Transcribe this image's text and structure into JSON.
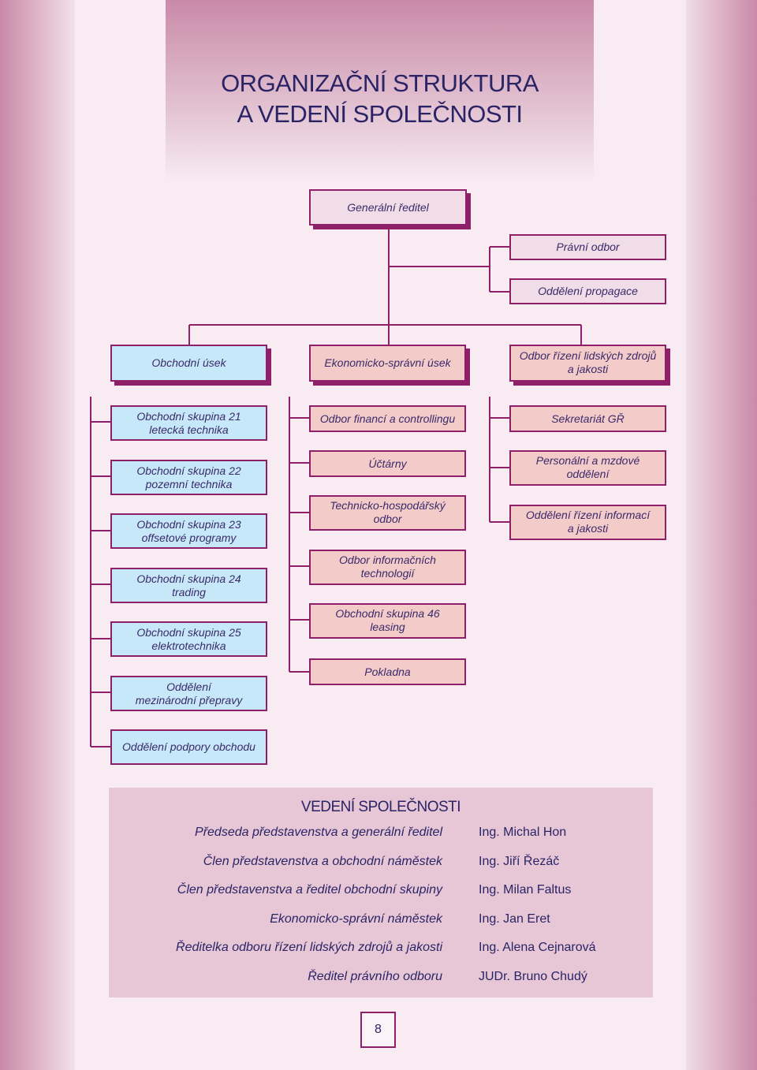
{
  "title": {
    "line1": "ORGANIZAČNÍ STRUKTURA",
    "line2": "A VEDENÍ SPOLEČNOSTI"
  },
  "org": {
    "ceo": "Generální ředitel",
    "staff": [
      "Právní odbor",
      "Oddělení propagace"
    ],
    "divisions": {
      "obchodni": "Obchodní úsek",
      "ekonomicky": "Ekonomicko-správní úsek",
      "hr": [
        "Odbor řízení lidských zdrojů",
        "a jakosti"
      ]
    },
    "obchodni_units": [
      [
        "Obchodní skupina 21",
        "letecká technika"
      ],
      [
        "Obchodní skupina 22",
        "pozemní technika"
      ],
      [
        "Obchodní skupina 23",
        "offsetové programy"
      ],
      [
        "Obchodní skupina 24",
        "trading"
      ],
      [
        "Obchodní skupina 25",
        "elektrotechnika"
      ],
      [
        "Oddělení",
        "mezinárodní přepravy"
      ],
      [
        "Oddělení podpory obchodu"
      ]
    ],
    "ekonomicky_units": [
      [
        "Odbor financí a controllingu"
      ],
      [
        "Účtárny"
      ],
      [
        "Technicko-hospodářský",
        "odbor"
      ],
      [
        "Odbor informačních",
        "technologií"
      ],
      [
        "Obchodní skupina 46",
        "leasing"
      ],
      [
        "Pokladna"
      ]
    ],
    "hr_units": [
      [
        "Sekretariát GŘ"
      ],
      [
        "Personální a mzdové",
        "oddělení"
      ],
      [
        "Oddělení řízení informací",
        "a jakosti"
      ]
    ]
  },
  "management": {
    "title": "VEDENÍ SPOLEČNOSTI",
    "rows": [
      {
        "role": "Předseda představenstva a generální ředitel",
        "name": "Ing. Michal Hon"
      },
      {
        "role": "Člen představenstva a obchodní náměstek",
        "name": "Ing. Jiří Řezáč"
      },
      {
        "role": "Člen představenstva a ředitel obchodní skupiny",
        "name": "Ing. Milan Faltus"
      },
      {
        "role": "Ekonomicko-správní náměstek",
        "name": "Ing. Jan Eret"
      },
      {
        "role": "Ředitelka odboru řízení lidských zdrojů a jakosti",
        "name": "Ing. Alena Cejnarová"
      },
      {
        "role": "Ředitel právního odboru",
        "name": "JUDr. Bruno Chudý"
      }
    ]
  },
  "page_number": "8",
  "colors": {
    "line": "#8e1f68",
    "text": "#2a2466",
    "blue_fill": "#c6e8f8",
    "pink_fill": "#f3cbc9",
    "lilac_fill": "#f0dde8"
  }
}
